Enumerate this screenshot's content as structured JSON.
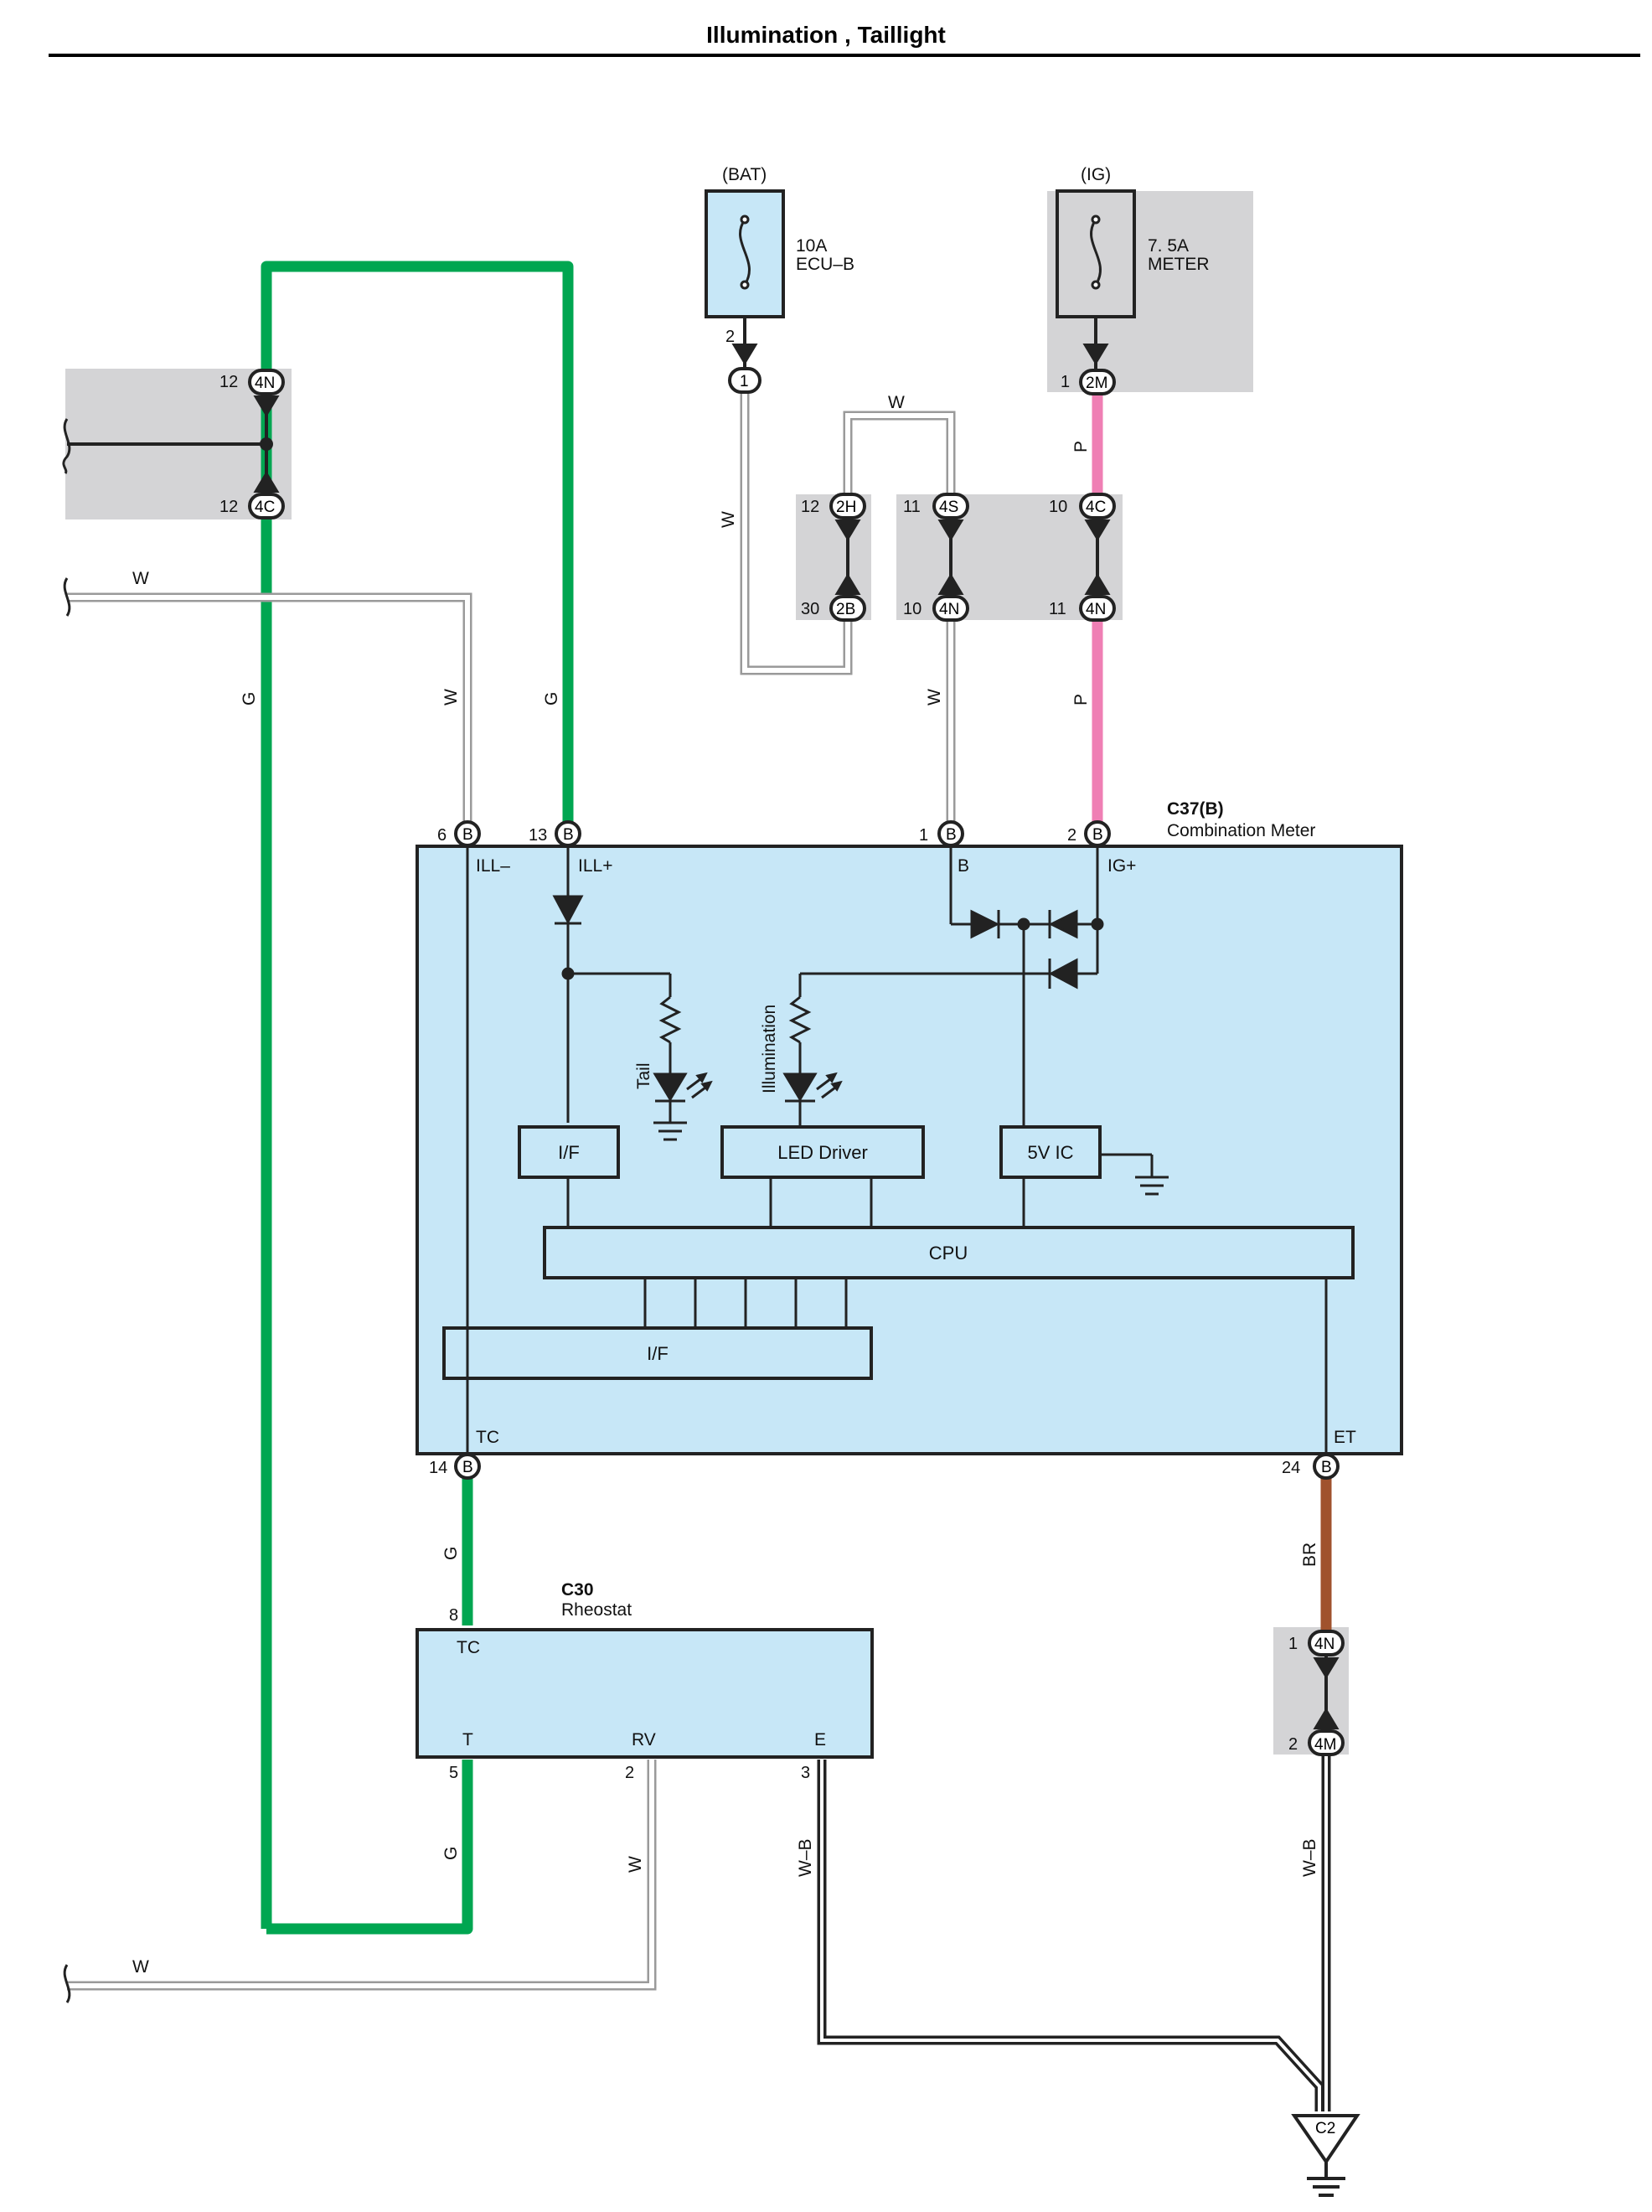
{
  "title": "Illumination , Taillight",
  "colors": {
    "green_wire": "#00a651",
    "pink_wire": "#ef7fb4",
    "brown_wire": "#a0522d",
    "white_wire_outline": "#9a9a9a",
    "component_fill": "#c7e7f7",
    "junction_fill": "#d4d4d6"
  },
  "power_sources": {
    "bat": {
      "label": "(BAT)",
      "rating": "10A",
      "name": "ECU–B",
      "pin": "2",
      "connector": "1"
    },
    "ig": {
      "label": "(IG)",
      "rating": "7. 5A",
      "name": "METER",
      "pin": "1",
      "connector": "2M"
    }
  },
  "junctions": {
    "left_top": {
      "pin": "12",
      "code": "4N"
    },
    "left_bottom": {
      "pin": "12",
      "code": "4C"
    },
    "j2h": {
      "pin": "12",
      "code": "2H"
    },
    "j2b": {
      "pin": "30",
      "code": "2B"
    },
    "j4s": {
      "pin": "11",
      "code": "4S"
    },
    "j4n_mid": {
      "pin": "10",
      "code": "4N"
    },
    "j4c": {
      "pin": "10",
      "code": "4C"
    },
    "j4n_right": {
      "pin": "11",
      "code": "4N"
    },
    "gnd_top": {
      "pin": "1",
      "code": "4N"
    },
    "gnd_bottom": {
      "pin": "2",
      "code": "4M"
    }
  },
  "wires": {
    "w": "W",
    "g": "G",
    "p": "P",
    "br": "BR",
    "wb": "W–B"
  },
  "meter": {
    "code": "C37(B)",
    "name": "Combination Meter",
    "pins": {
      "ill_minus": {
        "num": "6",
        "conn": "B",
        "label": "ILL–"
      },
      "ill_plus": {
        "num": "13",
        "conn": "B",
        "label": "ILL+"
      },
      "b": {
        "num": "1",
        "conn": "B",
        "label": "B"
      },
      "ig_plus": {
        "num": "2",
        "conn": "B",
        "label": "IG+"
      },
      "tc": {
        "num": "14",
        "conn": "B",
        "label": "TC"
      },
      "et": {
        "num": "24",
        "conn": "B",
        "label": "ET"
      }
    },
    "blocks": {
      "if_top": "I/F",
      "led_driver": "LED Driver",
      "ic5v": "5V IC",
      "cpu": "CPU",
      "if_bottom": "I/F"
    },
    "leds": {
      "tail": "Tail",
      "illumination": "Illumination"
    }
  },
  "rheostat": {
    "code": "C30",
    "name": "Rheostat",
    "pins": {
      "tc": {
        "num": "8",
        "label": "TC"
      },
      "t": {
        "num": "5",
        "label": "T"
      },
      "rv": {
        "num": "2",
        "label": "RV"
      },
      "e": {
        "num": "3",
        "label": "E"
      }
    }
  },
  "ground": {
    "code": "C2"
  }
}
